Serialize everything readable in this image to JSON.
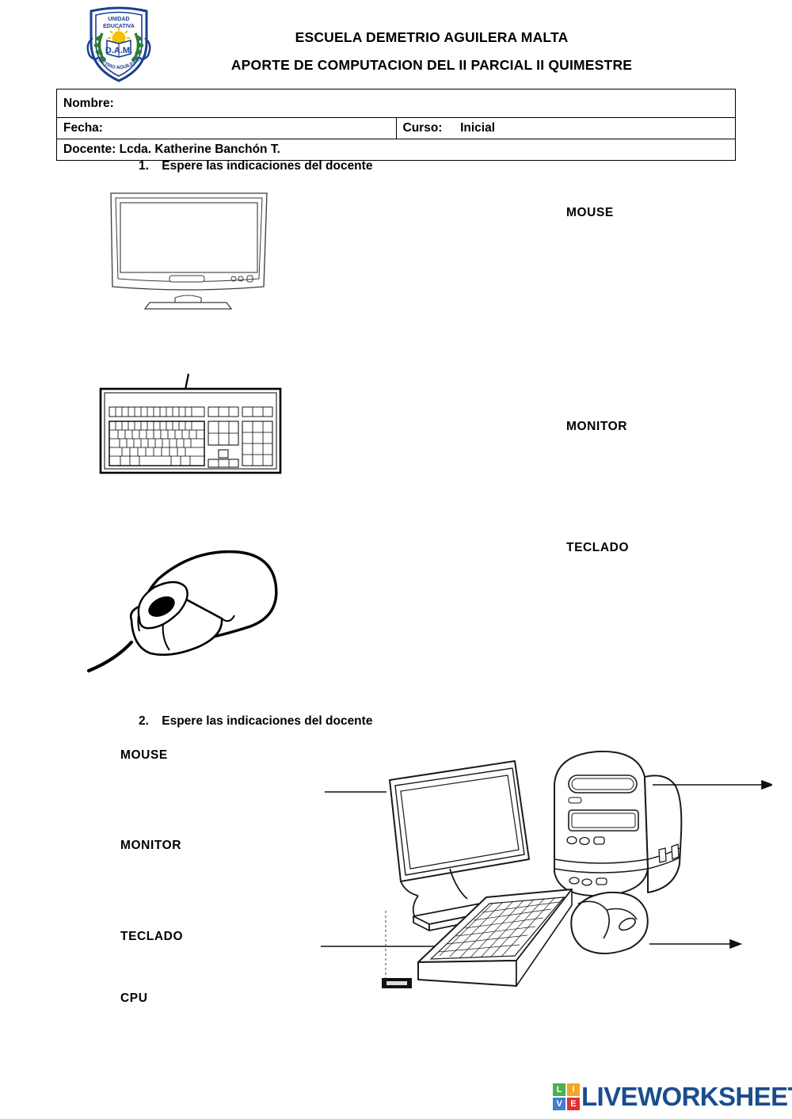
{
  "document": {
    "type": "worksheet",
    "language": "es"
  },
  "header": {
    "logo": {
      "alt_name": "school-shield-logo",
      "top_text": "UNIDAD",
      "top_text2": "EDUCATIVA",
      "center_text": "D.A.M.",
      "arc_text": "DEMETRIO AGUILERA M.",
      "colors": {
        "shield": "#1b3f8f",
        "laurel": "#2e7d32",
        "sun": "#f2c200",
        "book": "#ffffff"
      }
    },
    "title_line1": "ESCUELA DEMETRIO AGUILERA MALTA",
    "title_line2": "APORTE DE COMPUTACION DEL II PARCIAL II QUIMESTRE"
  },
  "info_table": {
    "rows": [
      {
        "label": "Nombre:",
        "value": ""
      },
      {
        "label": "Fecha:",
        "value": "",
        "label2": "Curso:",
        "value2": "Inicial"
      },
      {
        "label": "Docente: Lcda. Katherine Banchón T.",
        "value": ""
      }
    ],
    "nombre_label": "Nombre:",
    "fecha_label": "Fecha:",
    "curso_label": "Curso:",
    "curso_value": "Inicial",
    "docente_label": "Docente: Lcda. Katherine Banchón T."
  },
  "exercise1": {
    "number": "1.",
    "instruction": "Espere las indicaciones del docente",
    "images": [
      {
        "name": "monitor-drawing",
        "caption": ""
      },
      {
        "name": "keyboard-drawing",
        "caption": ""
      },
      {
        "name": "mouse-drawing",
        "caption": ""
      }
    ],
    "word_bank": [
      {
        "label": "MOUSE"
      },
      {
        "label": "MONITOR"
      },
      {
        "label": "TECLADO"
      }
    ]
  },
  "exercise2": {
    "number": "2.",
    "instruction": "Espere las indicaciones del docente",
    "word_bank": [
      {
        "label": "MOUSE"
      },
      {
        "label": "MONITOR"
      },
      {
        "label": "TECLADO"
      },
      {
        "label": "CPU"
      }
    ],
    "illustration": {
      "name": "desktop-computer-setup-drawing",
      "parts": [
        "monitor",
        "cpu-tower",
        "keyboard",
        "mouse"
      ]
    },
    "pointer_lines": [
      {
        "name": "pointer-to-monitor",
        "direction": "right"
      },
      {
        "name": "pointer-to-keyboard",
        "direction": "right"
      },
      {
        "name": "arrow-from-cpu",
        "direction": "right"
      },
      {
        "name": "arrow-from-mouse",
        "direction": "right"
      }
    ]
  },
  "footer": {
    "brand": "LIVEWORKSHEETS",
    "brand_color": "#1b4d8c",
    "logo_cells": [
      {
        "letter": "L",
        "color": "#4caf50"
      },
      {
        "letter": "I",
        "color": "#f5a623"
      },
      {
        "letter": "V",
        "color": "#3f7fd0"
      },
      {
        "letter": "E",
        "color": "#e03131"
      }
    ]
  }
}
